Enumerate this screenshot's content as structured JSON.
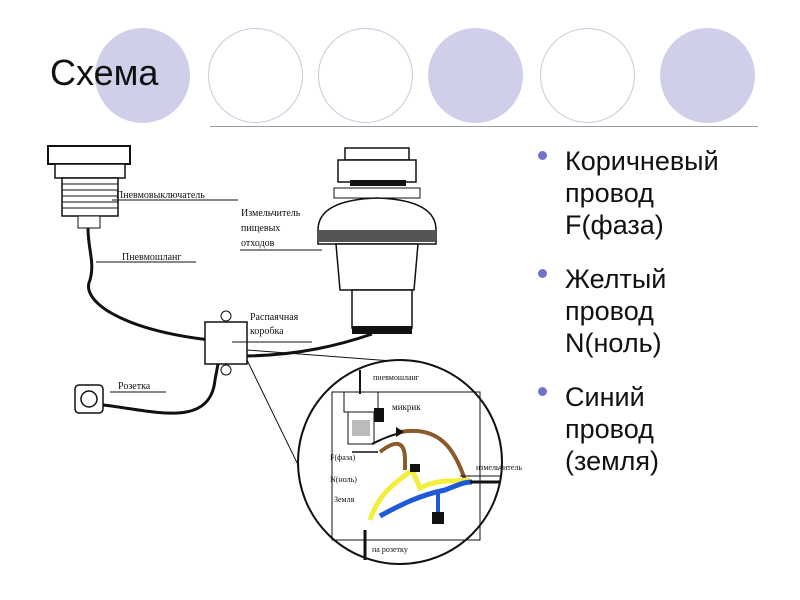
{
  "slide": {
    "title": "Схема"
  },
  "bullets": [
    {
      "lines": [
        "Коричневый",
        "провод",
        "F(фаза)"
      ]
    },
    {
      "lines": [
        "Желтый",
        "провод",
        "N(ноль)"
      ]
    },
    {
      "lines": [
        "Синий",
        "провод",
        "(земля)"
      ]
    }
  ],
  "diagram": {
    "labels": {
      "pneumatic_switch": "Пневмовыключатель",
      "pneumatic_hose": "Пневмошланг",
      "grinder": [
        "Измельчитель",
        "пищевых",
        "отходов"
      ],
      "junction_box": [
        "Распаячная",
        "коробка"
      ],
      "socket": "Розетка"
    },
    "inset": {
      "hose": "пневмошланг",
      "microswitch": "микрик",
      "phase": "F(фаза)",
      "neutral": "N(ноль)",
      "ground": "Земля",
      "to_grinder": "измельчитель",
      "to_socket": "на розетку"
    }
  },
  "colors": {
    "decor_fill": "#cfcfea",
    "bullet": "#6f73c9",
    "wire_brown": "#8a5a2a",
    "wire_yellow": "#f2ee3a",
    "wire_blue": "#1e5ad8"
  }
}
